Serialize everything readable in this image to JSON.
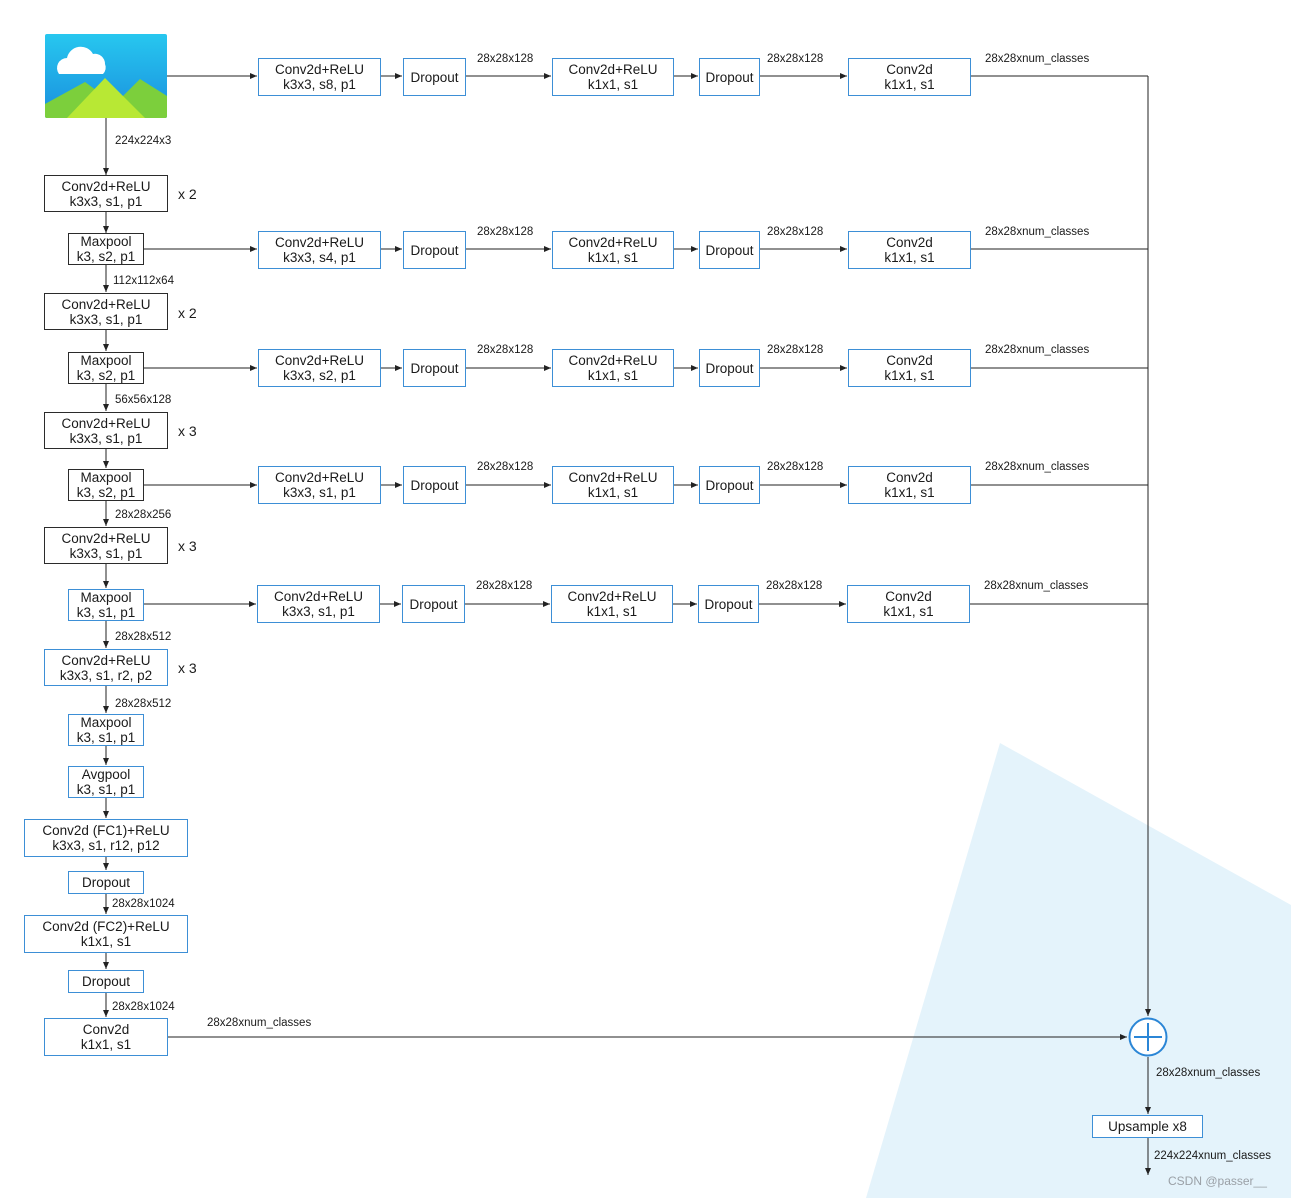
{
  "colors": {
    "box_border": "#3d8fd6",
    "arrow": "#222222",
    "watermark_triangle": "#e4f3fb",
    "plus_circle": "#2b86d6"
  },
  "input_image": {
    "icon": "image-placeholder-icon"
  },
  "backbone": {
    "input_dim": "224x224x3",
    "block1": {
      "line1": "Conv2d+ReLU",
      "line2": "k3x3, s1, p1",
      "repeat": "x 2"
    },
    "pool1": {
      "line1": "Maxpool",
      "line2": "k3, s2, p1"
    },
    "dim1": "112x112x64",
    "block2": {
      "line1": "Conv2d+ReLU",
      "line2": "k3x3, s1, p1",
      "repeat": "x 2"
    },
    "pool2": {
      "line1": "Maxpool",
      "line2": "k3, s2, p1"
    },
    "dim2": "56x56x128",
    "block3": {
      "line1": "Conv2d+ReLU",
      "line2": "k3x3, s1, p1",
      "repeat": "x 3"
    },
    "pool3": {
      "line1": "Maxpool",
      "line2": "k3, s2, p1"
    },
    "dim3": "28x28x256",
    "block4": {
      "line1": "Conv2d+ReLU",
      "line2": "k3x3, s1, p1",
      "repeat": "x 3"
    },
    "pool4": {
      "line1": "Maxpool",
      "line2": "k3, s1, p1"
    },
    "dim4": "28x28x512",
    "block5": {
      "line1": "Conv2d+ReLU",
      "line2": "k3x3, s1, r2, p2",
      "repeat": "x 3"
    },
    "dim5": "28x28x512",
    "pool5": {
      "line1": "Maxpool",
      "line2": "k3, s1, p1"
    },
    "avgpool": {
      "line1": "Avgpool",
      "line2": "k3, s1, p1"
    },
    "fc1": {
      "line1": "Conv2d (FC1)+ReLU",
      "line2": "k3x3, s1, r12, p12"
    },
    "drop1": {
      "line1": "Dropout"
    },
    "dim6": "28x28x1024",
    "fc2": {
      "line1": "Conv2d (FC2)+ReLU",
      "line2": "k1x1, s1"
    },
    "drop2": {
      "line1": "Dropout"
    },
    "dim7": "28x28x1024",
    "final": {
      "line1": "Conv2d",
      "line2": "k1x1, s1"
    },
    "final_out": "28x28xnum_classes"
  },
  "branches": [
    {
      "conv1_line1": "Conv2d+ReLU",
      "conv1_line2": "k3x3, s8, p1",
      "drop1": "Dropout",
      "dim1": "28x28x128",
      "conv2_line1": "Conv2d+ReLU",
      "conv2_line2": "k1x1, s1",
      "drop2": "Dropout",
      "dim2": "28x28x128",
      "conv3_line1": "Conv2d",
      "conv3_line2": "k1x1, s1",
      "out": "28x28xnum_classes"
    },
    {
      "conv1_line1": "Conv2d+ReLU",
      "conv1_line2": "k3x3, s4, p1",
      "drop1": "Dropout",
      "dim1": "28x28x128",
      "conv2_line1": "Conv2d+ReLU",
      "conv2_line2": "k1x1, s1",
      "drop2": "Dropout",
      "dim2": "28x28x128",
      "conv3_line1": "Conv2d",
      "conv3_line2": "k1x1, s1",
      "out": "28x28xnum_classes"
    },
    {
      "conv1_line1": "Conv2d+ReLU",
      "conv1_line2": "k3x3, s2, p1",
      "drop1": "Dropout",
      "dim1": "28x28x128",
      "conv2_line1": "Conv2d+ReLU",
      "conv2_line2": "k1x1, s1",
      "drop2": "Dropout",
      "dim2": "28x28x128",
      "conv3_line1": "Conv2d",
      "conv3_line2": "k1x1, s1",
      "out": "28x28xnum_classes"
    },
    {
      "conv1_line1": "Conv2d+ReLU",
      "conv1_line2": "k3x3, s1, p1",
      "drop1": "Dropout",
      "dim1": "28x28x128",
      "conv2_line1": "Conv2d+ReLU",
      "conv2_line2": "k1x1, s1",
      "drop2": "Dropout",
      "dim2": "28x28x128",
      "conv3_line1": "Conv2d",
      "conv3_line2": "k1x1, s1",
      "out": "28x28xnum_classes"
    },
    {
      "conv1_line1": "Conv2d+ReLU",
      "conv1_line2": "k3x3, s1, p1",
      "drop1": "Dropout",
      "dim1": "28x28x128",
      "conv2_line1": "Conv2d+ReLU",
      "conv2_line2": "k1x1, s1",
      "drop2": "Dropout",
      "dim2": "28x28x128",
      "conv3_line1": "Conv2d",
      "conv3_line2": "k1x1, s1",
      "out": "28x28xnum_classes"
    }
  ],
  "sum_node": {
    "icon": "plus-circle-icon"
  },
  "sum_out": "28x28xnum_classes",
  "upsample": {
    "line1": "Upsample x8"
  },
  "final_output": "224x224xnum_classes",
  "watermark": "CSDN @passer__"
}
